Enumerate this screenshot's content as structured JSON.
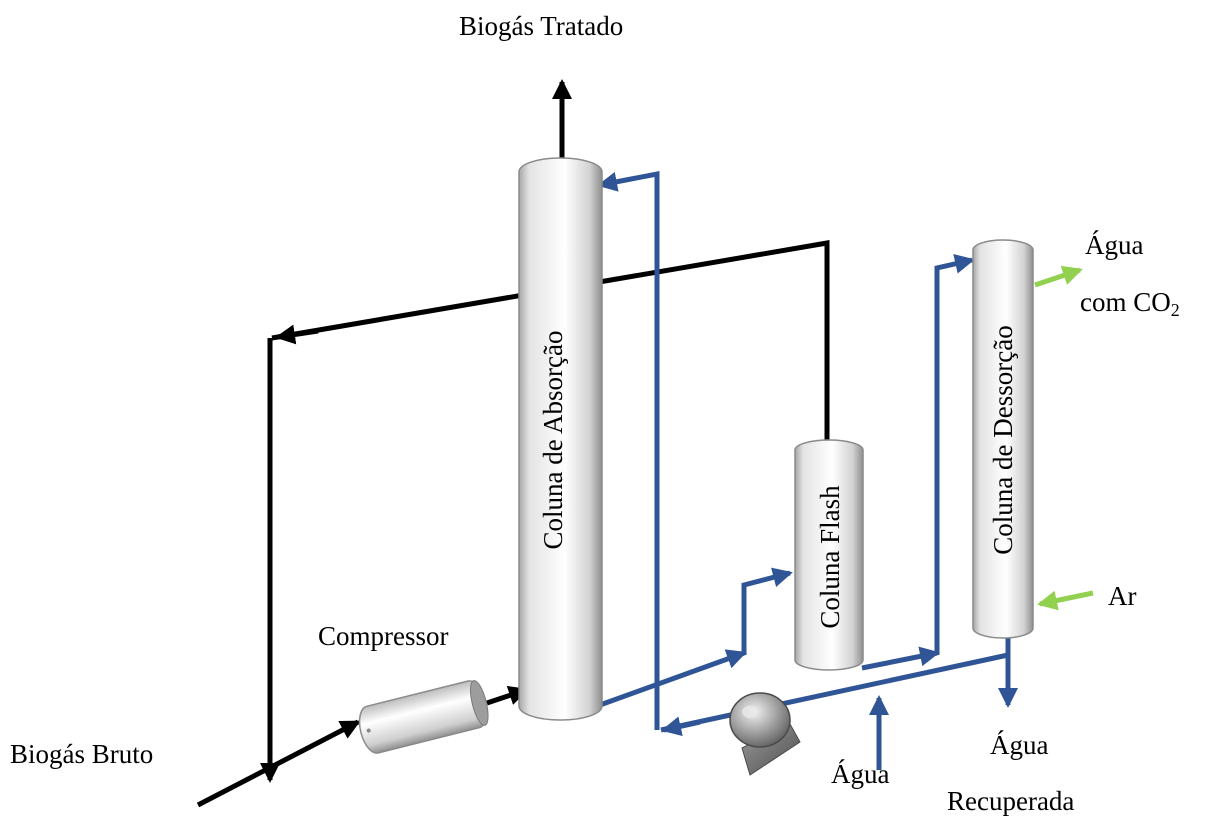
{
  "labels": {
    "treated_biogas": "Biogás Tratado",
    "raw_biogas": "Biogás Bruto",
    "compressor": "Compressor",
    "water_in": "Água",
    "recovered_water_line1": "Água",
    "recovered_water_line2": "Recuperada",
    "co2_water_line1": "Água",
    "co2_water_line2_prefix": "com CO",
    "co2_water_line2_subscript": "2",
    "air": "Ar",
    "absorption_column": "Coluna de Absorção",
    "flash_column": "Coluna Flash",
    "desorption_column": "Coluna de Dessorção"
  },
  "colors": {
    "gas_line": "#000000",
    "water_line": "#2f5597",
    "air_line": "#92d050",
    "vessel_dark": "#9a9a9a",
    "vessel_light": "#ffffff",
    "pump": "#8c8c8c"
  }
}
